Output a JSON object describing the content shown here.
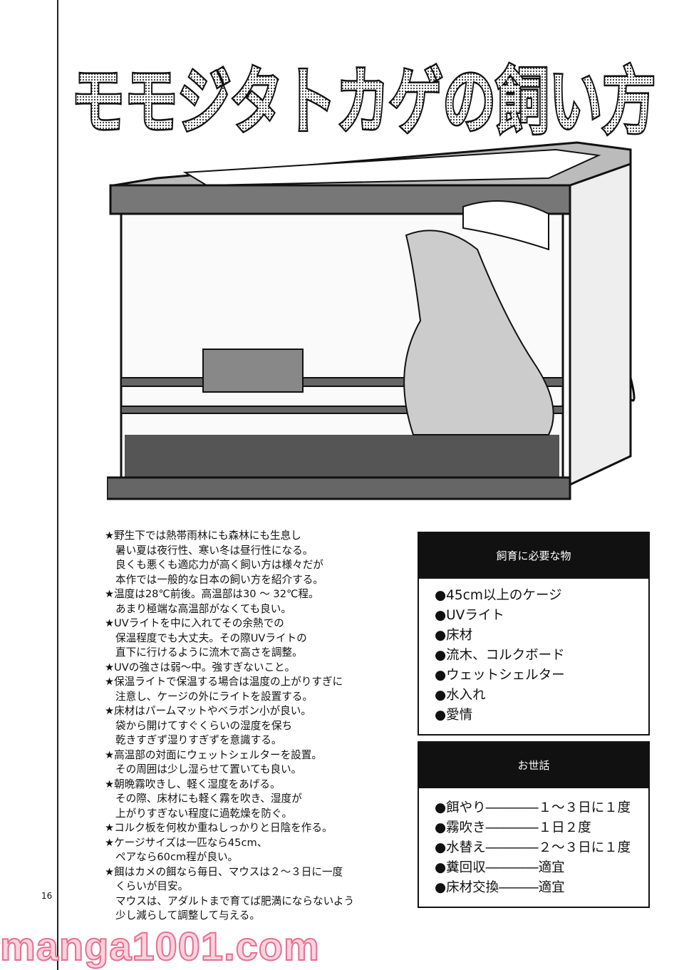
{
  "title": "モモジタトカゲの飼い方",
  "page_number": "16",
  "watermark": "manga1001.com",
  "notes": [
    {
      "t": "★野生下では熱帯雨林にも森林にも生息し",
      "i": false
    },
    {
      "t": "暑い夏は夜行性、寒い冬は昼行性になる。",
      "i": true
    },
    {
      "t": "良くも悪くも適応力が高く飼い方は様々だが",
      "i": true
    },
    {
      "t": "本作では一般的な日本の飼い方を紹介する。",
      "i": true
    },
    {
      "t": "★温度は28℃前後。高温部は30 ～ 32℃程。",
      "i": false
    },
    {
      "t": "あまり極端な高温部がなくても良い。",
      "i": true
    },
    {
      "t": "★UVライトを中に入れてその余熱での",
      "i": false
    },
    {
      "t": "保温程度でも大丈夫。その際UVライトの",
      "i": true
    },
    {
      "t": "直下に行けるように流木で高さを調整。",
      "i": true
    },
    {
      "t": "★UVの強さは弱～中。強すぎないこと。",
      "i": false
    },
    {
      "t": "★保温ライトで保温する場合は温度の上がりすぎに",
      "i": false
    },
    {
      "t": "注意し、ケージの外にライトを設置する。",
      "i": true
    },
    {
      "t": "★床材はパームマットやベラボン小が良い。",
      "i": false
    },
    {
      "t": "袋から開けてすぐくらいの湿度を保ち",
      "i": true
    },
    {
      "t": "乾きすぎず湿りすぎずを意識する。",
      "i": true
    },
    {
      "t": "★高温部の対面にウェットシェルターを設置。",
      "i": false
    },
    {
      "t": "その周囲は少し湿らせて置いても良い。",
      "i": true
    },
    {
      "t": "★朝晩霧吹きし、軽く湿度をあげる。",
      "i": false
    },
    {
      "t": "その際、床材にも軽く霧を吹き、湿度が",
      "i": true
    },
    {
      "t": "上がりすぎない程度に過乾燥を防ぐ。",
      "i": true
    },
    {
      "t": "★コルク板を何枚か重ねしっかりと日陰を作る。",
      "i": false
    },
    {
      "t": "★ケージサイズは一匹なら45cm、",
      "i": false
    },
    {
      "t": "ペアなら60cm程が良い。",
      "i": true
    },
    {
      "t": "★餌はカメの餌なら毎日、マウスは２～３日に一度",
      "i": false
    },
    {
      "t": "くらいが目安。",
      "i": true
    },
    {
      "t": "マウスは、アダルトまで育てば肥満にならないよう",
      "i": true
    },
    {
      "t": "少し減らして調整して与える。",
      "i": true
    }
  ],
  "needs": {
    "header": "飼育に必要な物",
    "items": [
      "●45cm以上のケージ",
      "●UVライト",
      "●床材",
      "●流木、コルクボード",
      "●ウェットシェルター",
      "●水入れ",
      "●愛情"
    ]
  },
  "care": {
    "header": "お世話",
    "items": [
      "●餌やり――――１～３日に１度",
      "●霧吹き――――１日２度",
      "●水替え――――２～３日に１度",
      "●糞回収――――適宜",
      "●床材交換―――適宜"
    ]
  }
}
